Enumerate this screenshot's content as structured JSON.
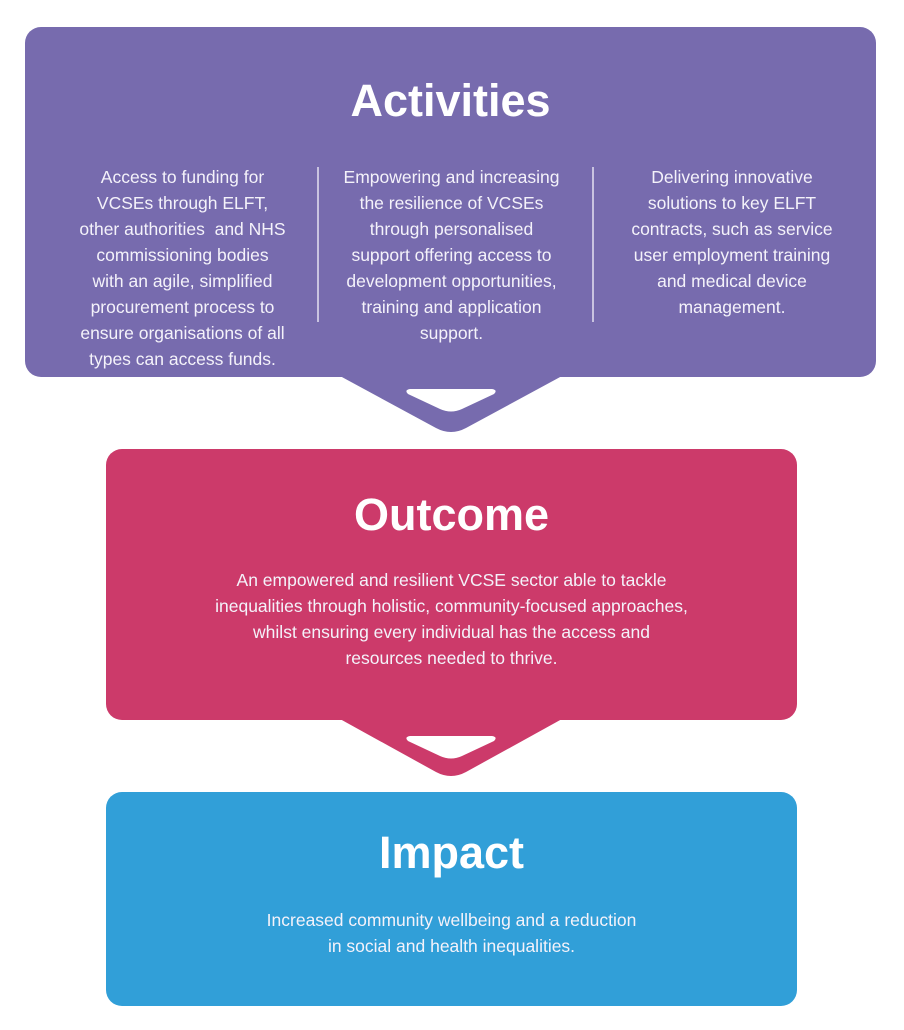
{
  "colors": {
    "activities": "#776BAE",
    "outcome": "#CC3A6A",
    "impact": "#319FD8",
    "background": "#FFFFFF",
    "text": "#FFFFFF"
  },
  "activities": {
    "title": "Activities",
    "columns": [
      {
        "lines": [
          "Access to funding for",
          "VCSEs through ELFT,",
          "other authorities  and NHS",
          "commissioning bodies",
          "with an agile, simplified",
          "procurement process to",
          "ensure organisations of all",
          "types can access funds."
        ]
      },
      {
        "lines": [
          "Empowering and increasing",
          "the resilience of VCSEs",
          "through personalised",
          "support offering access to",
          "development opportunities,",
          "training and application",
          "support."
        ]
      },
      {
        "lines": [
          "Delivering innovative",
          "solutions to key ELFT",
          "contracts, such as service",
          "user employment training",
          "and medical device",
          "management."
        ]
      }
    ]
  },
  "outcome": {
    "title": "Outcome",
    "lines": [
      "An empowered and resilient VCSE sector able to tackle",
      "inequalities through holistic, community-focused approaches,",
      "whilst ensuring every individual has the access and",
      "resources needed to thrive."
    ]
  },
  "impact": {
    "title": "Impact",
    "lines": [
      "Increased community wellbeing and a reduction",
      "in social and health inequalities."
    ]
  },
  "icons": {
    "arrow_1": "down-arrow-icon",
    "arrow_2": "down-arrow-icon"
  }
}
